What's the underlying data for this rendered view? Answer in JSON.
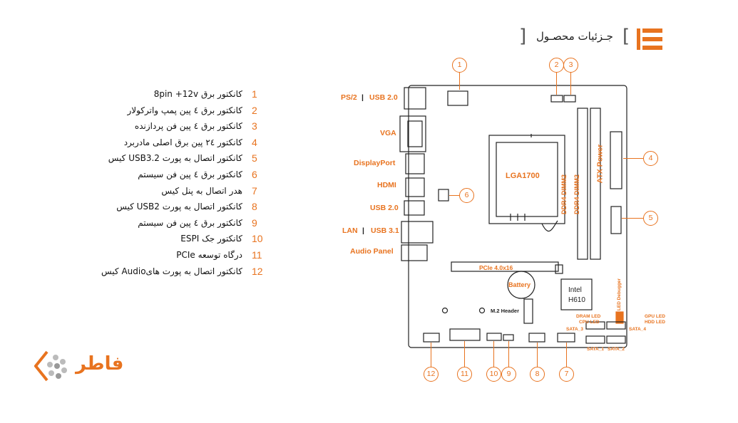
{
  "header": {
    "title": "جـزئیات محصـول"
  },
  "specs": [
    {
      "num": "1",
      "text": "کانکتور برق 8pin +12v"
    },
    {
      "num": "2",
      "text": "کانکتور برق ٤ پین پمپ واترکولار"
    },
    {
      "num": "3",
      "text": "کانکتور برق ٤ پین فن پردازنده"
    },
    {
      "num": "4",
      "text": "کانکتور ۲٤ پین برق اصلی مادربرد"
    },
    {
      "num": "5",
      "text": "کانکتور اتصال به پورت USB3.2 کیس"
    },
    {
      "num": "6",
      "text": "کانکتور برق ٤ پین فن سیستم"
    },
    {
      "num": "7",
      "text": "هدر اتصال به پنل کیس"
    },
    {
      "num": "8",
      "text": "کانکتور اتصال به پورت USB2 کیس"
    },
    {
      "num": "9",
      "text": "کانکتور برق ٤ پین فن سیستم"
    },
    {
      "num": "10",
      "text": "کانکتور جک ESPI"
    },
    {
      "num": "11",
      "text": "درگاه توسعه PCIe"
    },
    {
      "num": "12",
      "text": "کانکتور اتصال به پورت هایAudio کیس"
    }
  ],
  "board": {
    "io_ps2": "PS/2",
    "io_sep1": "|",
    "io_usb20_top": "USB 2.0",
    "io_vga": "VGA",
    "io_dp": "DisplayPort",
    "io_hdmi": "HDMI",
    "io_usb20": "USB 2.0",
    "io_lan": "LAN",
    "io_sep2": "|",
    "io_usb31": "USB 3.1",
    "io_audio": "Audio Panel",
    "socket": "LGA1700",
    "dimm1": "DDR4 DIMM2",
    "dimm2": "DDR4 DIMM2",
    "atx": "ATX Power",
    "pcie": "PCIe  4.0x16",
    "battery": "Battery",
    "chipset_line1": "Intel",
    "chipset_line2": "H610",
    "m2": "M.2 Header",
    "led_debugger": "LED Debugger",
    "dram_led": "DRAM LED",
    "cpu_led": "CPU LED",
    "gpu_led": "GPU LED",
    "hdd_led": "HDD LED",
    "sata3": "SATA_3",
    "sata4": "SATA_4",
    "sata1": "SATA_1",
    "sata2": "SATA_2"
  },
  "callouts": {
    "c1": "1",
    "c2": "2",
    "c3": "3",
    "c4": "4",
    "c5": "5",
    "c6": "6",
    "c7": "7",
    "c8": "8",
    "c9": "9",
    "c10": "10",
    "c11": "11",
    "c12": "12"
  },
  "logo": {
    "text": "فاطر"
  },
  "colors": {
    "accent": "#e8731f",
    "text": "#111111",
    "board_line": "#222222"
  }
}
